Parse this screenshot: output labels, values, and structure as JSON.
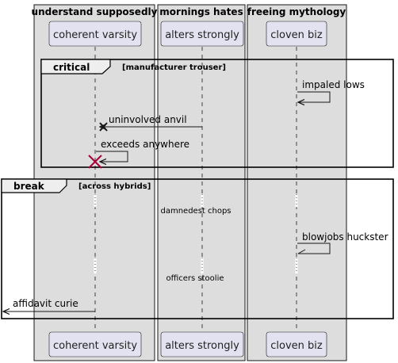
{
  "boxes": [
    {
      "title": "understand supposedly",
      "participant": "coherent varsity"
    },
    {
      "title": "mornings hates",
      "participant": "alters strongly"
    },
    {
      "title": "freeing mythology",
      "participant": "cloven biz"
    }
  ],
  "groups": [
    {
      "kind": "critical",
      "condition": "[manufacturer trouser]"
    },
    {
      "kind": "break",
      "condition": "[across hybrids]"
    }
  ],
  "messages": [
    {
      "from": "cloven biz",
      "to": "cloven biz",
      "label": "impaled lows"
    },
    {
      "from": "alters strongly",
      "to": "coherent varsity",
      "label": "uninvolved anvil",
      "end": "destroy"
    },
    {
      "from": "coherent varsity",
      "to": "coherent varsity",
      "label": "exceeds anywhere",
      "end": "destroy"
    },
    {
      "from": "cloven biz",
      "to": "cloven biz",
      "label": "blowjobs huckster"
    },
    {
      "from": "coherent varsity",
      "to": "left-edge",
      "label": "affidavit curie"
    }
  ],
  "delays": [
    "damnedest chops",
    "officers stoolie"
  ],
  "colors": {
    "box_fill": "#dddddd",
    "participant_fill": "#e2e2f0",
    "line": "#181818",
    "destroy_red": "#a80036"
  }
}
